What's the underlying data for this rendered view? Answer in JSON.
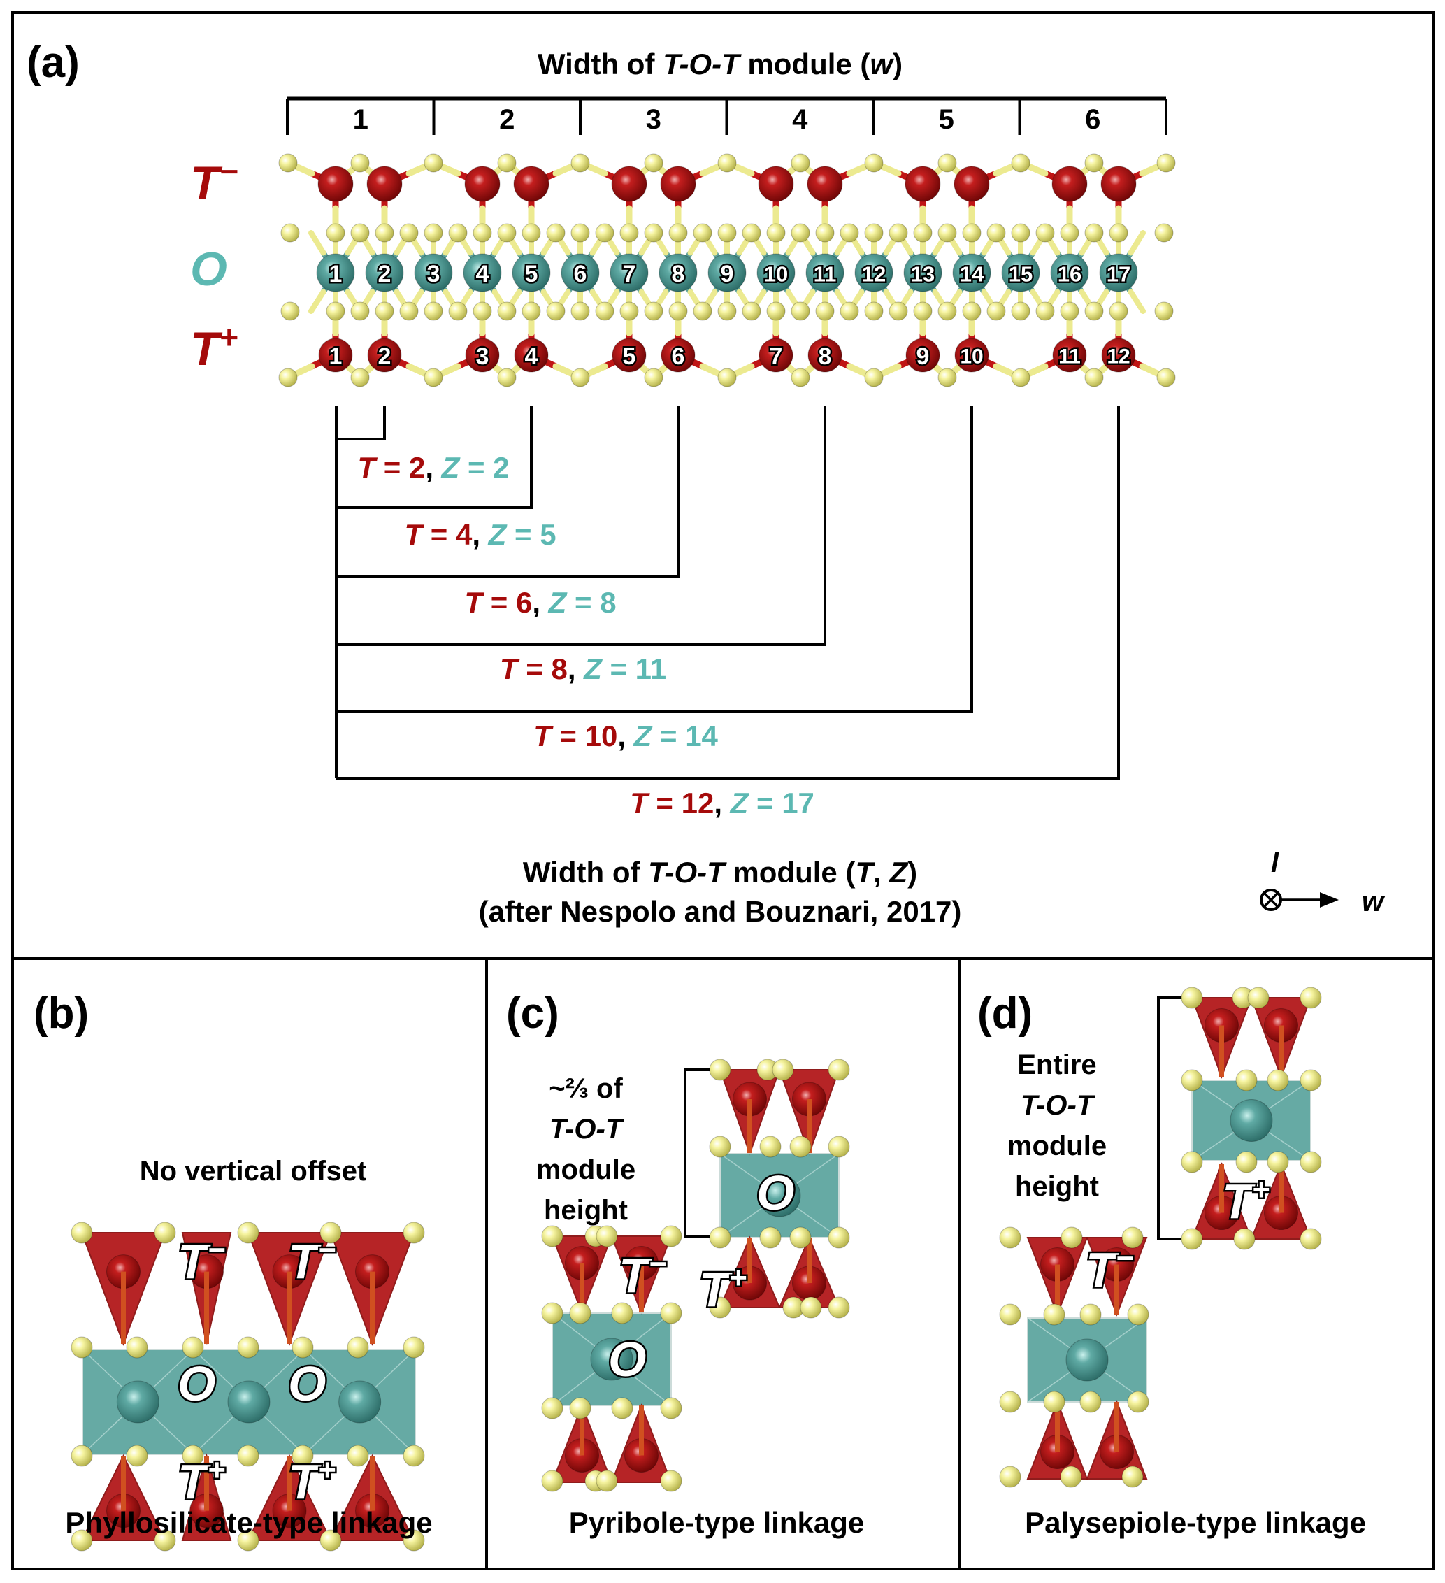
{
  "colors": {
    "t_red": "#a50a0a",
    "o_teal": "#5cb8b2",
    "oxygen_yellow": "#f2f08a",
    "t_atom": "#b01414",
    "o_atom": "#4e9e98",
    "poly_red": "#b3191b",
    "poly_teal": "#5aa39d",
    "black": "#000000"
  },
  "panel_a": {
    "label": "(a)",
    "top_title": {
      "prefix": "Width of ",
      "italic": "T-O-T",
      "middle": " module (",
      "italic2": "w",
      "suffix": ")"
    },
    "w_scale": [
      "1",
      "2",
      "3",
      "4",
      "5",
      "6"
    ],
    "layer_labels": {
      "t_minus": {
        "base": "T",
        "sup": "−"
      },
      "o": {
        "base": "O"
      },
      "t_plus": {
        "base": "T",
        "sup": "+"
      }
    },
    "octahedral_sites": [
      "1",
      "2",
      "3",
      "4",
      "5",
      "6",
      "7",
      "8",
      "9",
      "10",
      "11",
      "12",
      "13",
      "14",
      "15",
      "16",
      "17"
    ],
    "tetrahedral_sites": [
      "1",
      "2",
      "3",
      "4",
      "5",
      "6",
      "7",
      "8",
      "9",
      "10",
      "11",
      "12"
    ],
    "tz_labels": [
      {
        "T": "2",
        "Z": "2"
      },
      {
        "T": "4",
        "Z": "5"
      },
      {
        "T": "6",
        "Z": "8"
      },
      {
        "T": "8",
        "Z": "11"
      },
      {
        "T": "10",
        "Z": "14"
      },
      {
        "T": "12",
        "Z": "17"
      }
    ],
    "bottom_title_line1": {
      "prefix": "Width of ",
      "italic": "T-O-T",
      "middle": " module (",
      "italic_t": "T",
      "comma": ", ",
      "italic_z": "Z",
      "suffix": ")"
    },
    "bottom_title_line2": "(after Nespolo and Bouznari, 2017)",
    "axis": {
      "l": "l",
      "w": "w"
    }
  },
  "panel_b": {
    "label": "(b)",
    "note": "No vertical offset",
    "caption": "Phyllosilicate-type linkage",
    "tags": {
      "t_minus": "T",
      "o": "O",
      "t_plus": "T",
      "minus": "−",
      "plus": "+"
    }
  },
  "panel_c": {
    "label": "(c)",
    "note_lines": [
      "~⅔ of",
      "T-O-T",
      "module",
      "height"
    ],
    "caption": "Pyribole-type linkage",
    "tags": {
      "t_minus": "T",
      "o": "O",
      "t_plus": "T",
      "minus": "−",
      "plus": "+"
    }
  },
  "panel_d": {
    "label": "(d)",
    "note_lines": [
      "Entire",
      "T-O-T",
      "module",
      "height"
    ],
    "caption": "Palysepiole-type linkage",
    "tags": {
      "t_minus": "T",
      "t_plus": "T",
      "minus": "−",
      "plus": "+"
    }
  }
}
